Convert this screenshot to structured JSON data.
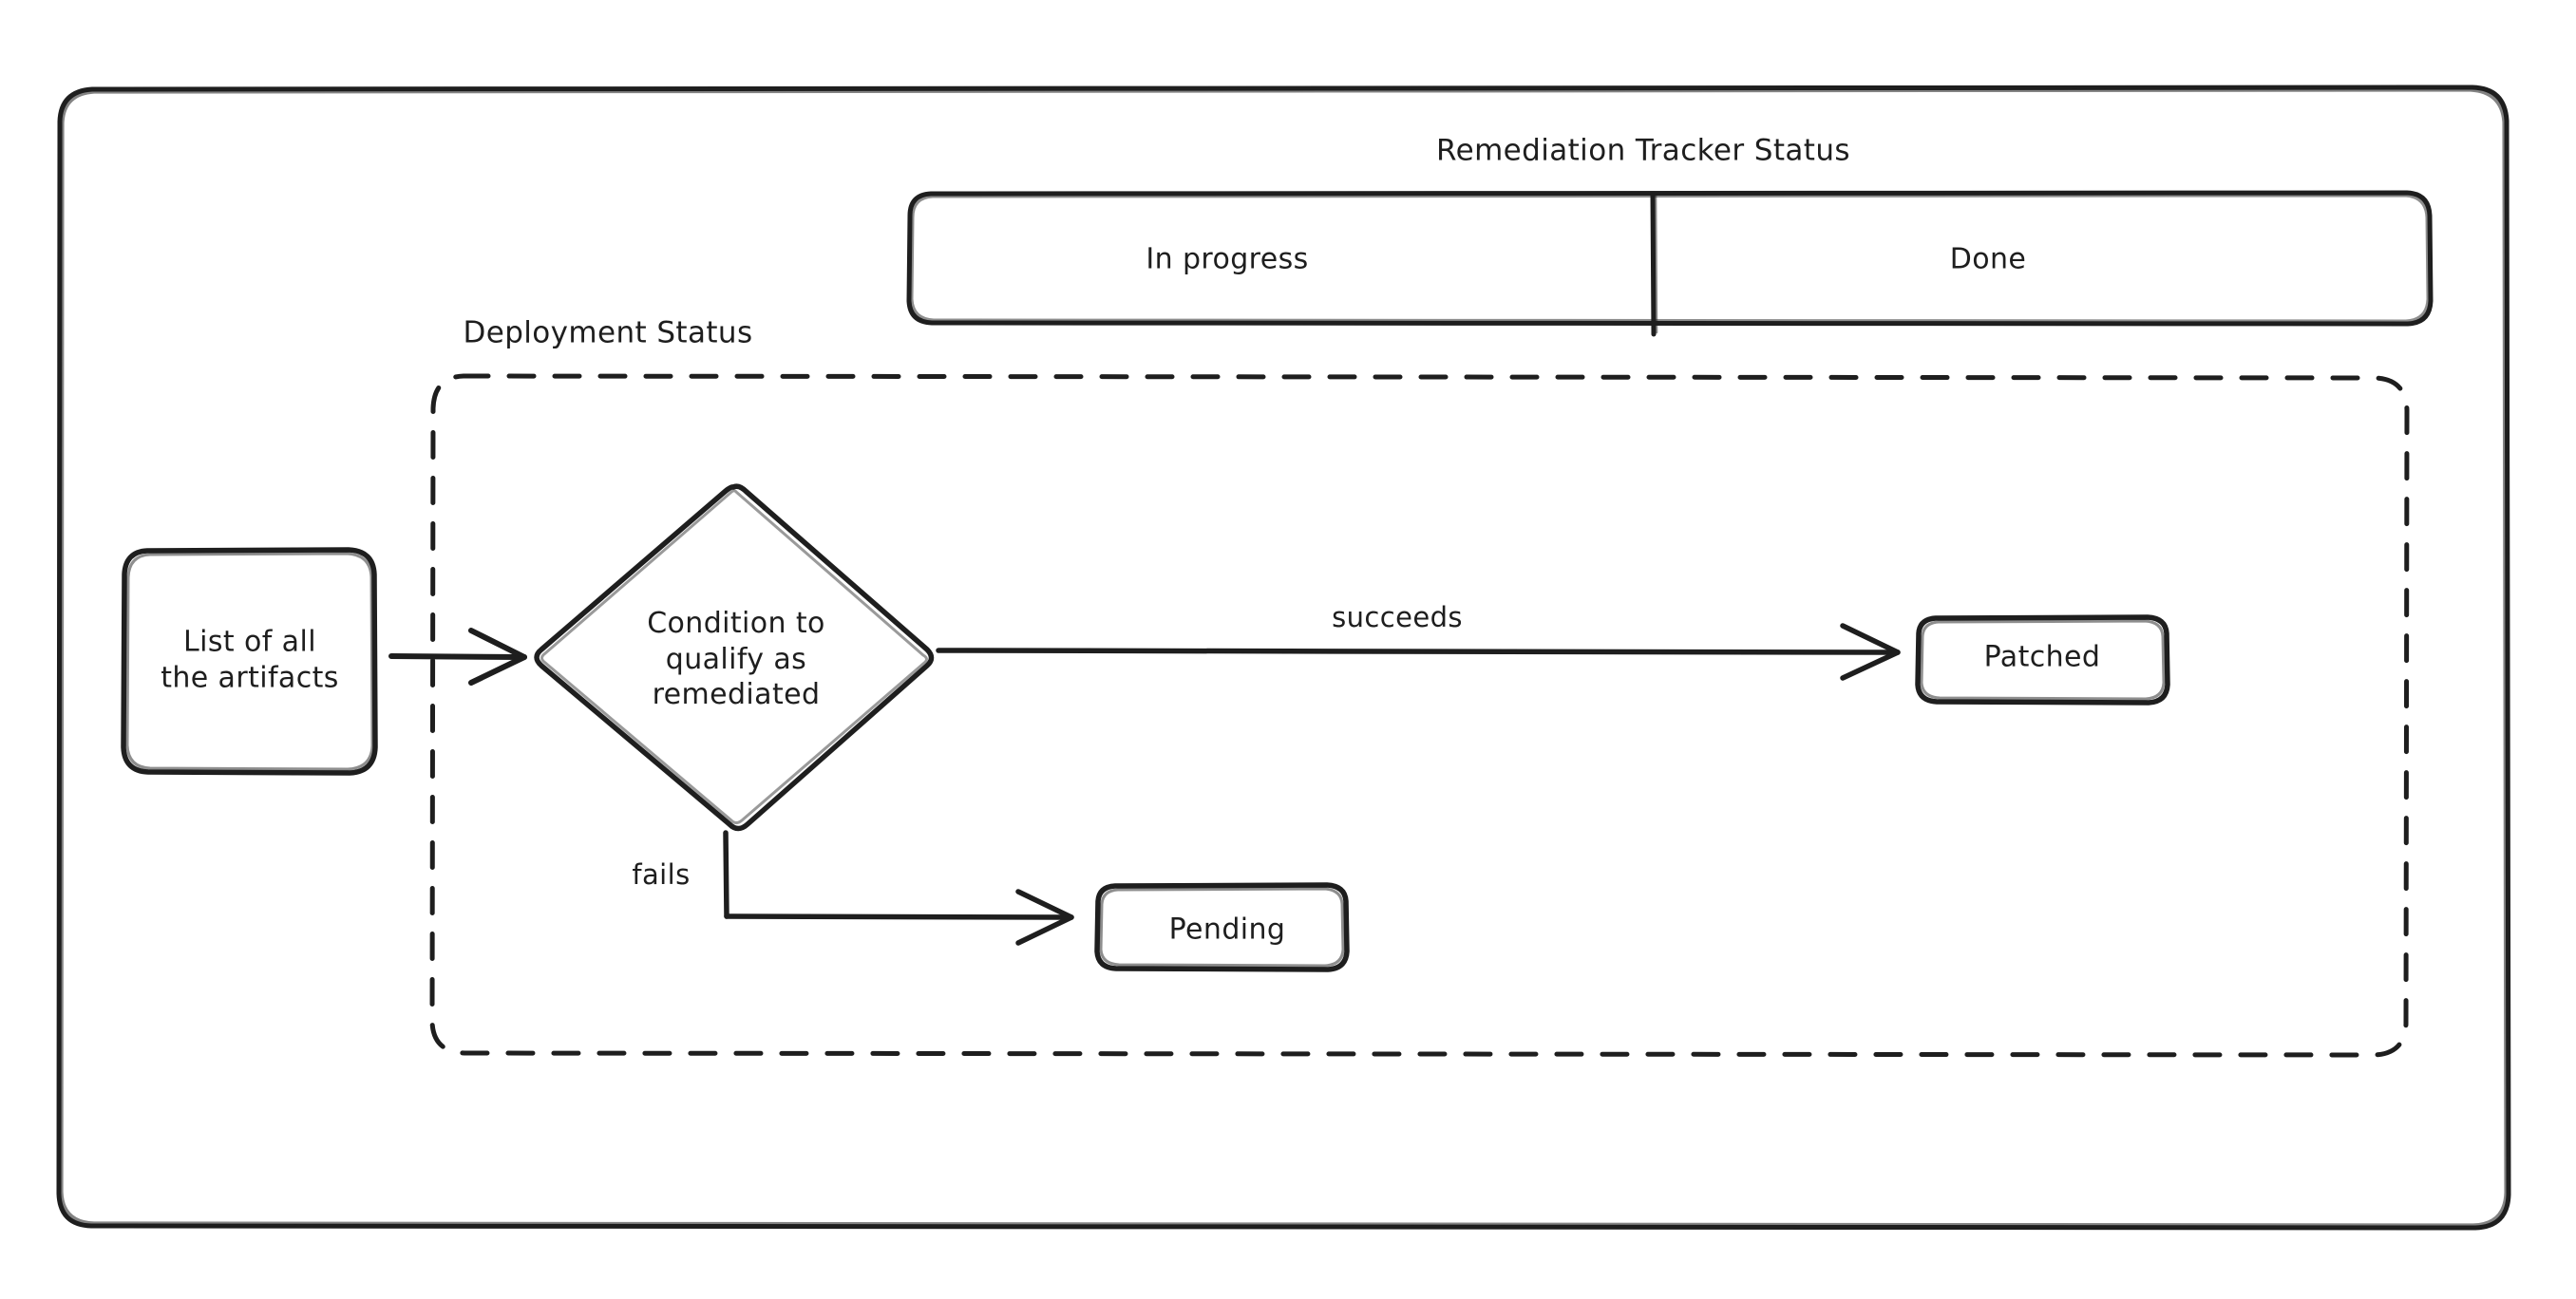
{
  "diagram": {
    "type": "flowchart",
    "style": "hand-drawn",
    "background": "#ffffff",
    "stroke_color": "#1e1e1e",
    "outer_frame": {
      "name": "outer-frame",
      "shape": "rounded-rectangle"
    },
    "groups": [
      {
        "id": "remediation-tracker",
        "title": "Remediation Tracker Status",
        "shape": "rounded-rectangle",
        "border": "solid",
        "sections": [
          {
            "id": "in-progress",
            "label": "In progress"
          },
          {
            "id": "done",
            "label": "Done"
          }
        ]
      },
      {
        "id": "deployment-status",
        "title": "Deployment Status",
        "shape": "rounded-rectangle",
        "border": "dashed"
      }
    ],
    "nodes": [
      {
        "id": "artifacts",
        "label": "List of all\nthe artifacts",
        "shape": "rounded-rectangle"
      },
      {
        "id": "condition",
        "label": "Condition to\nqualify as\nremediated",
        "shape": "diamond"
      },
      {
        "id": "patched",
        "label": "Patched",
        "shape": "rounded-rectangle"
      },
      {
        "id": "pending",
        "label": "Pending",
        "shape": "rounded-rectangle"
      }
    ],
    "edges": [
      {
        "id": "artifacts-to-condition",
        "from": "artifacts",
        "to": "condition",
        "label": ""
      },
      {
        "id": "condition-to-patched",
        "from": "condition",
        "to": "patched",
        "label": "succeeds"
      },
      {
        "id": "condition-to-pending",
        "from": "condition",
        "to": "pending",
        "label": "fails"
      }
    ]
  }
}
